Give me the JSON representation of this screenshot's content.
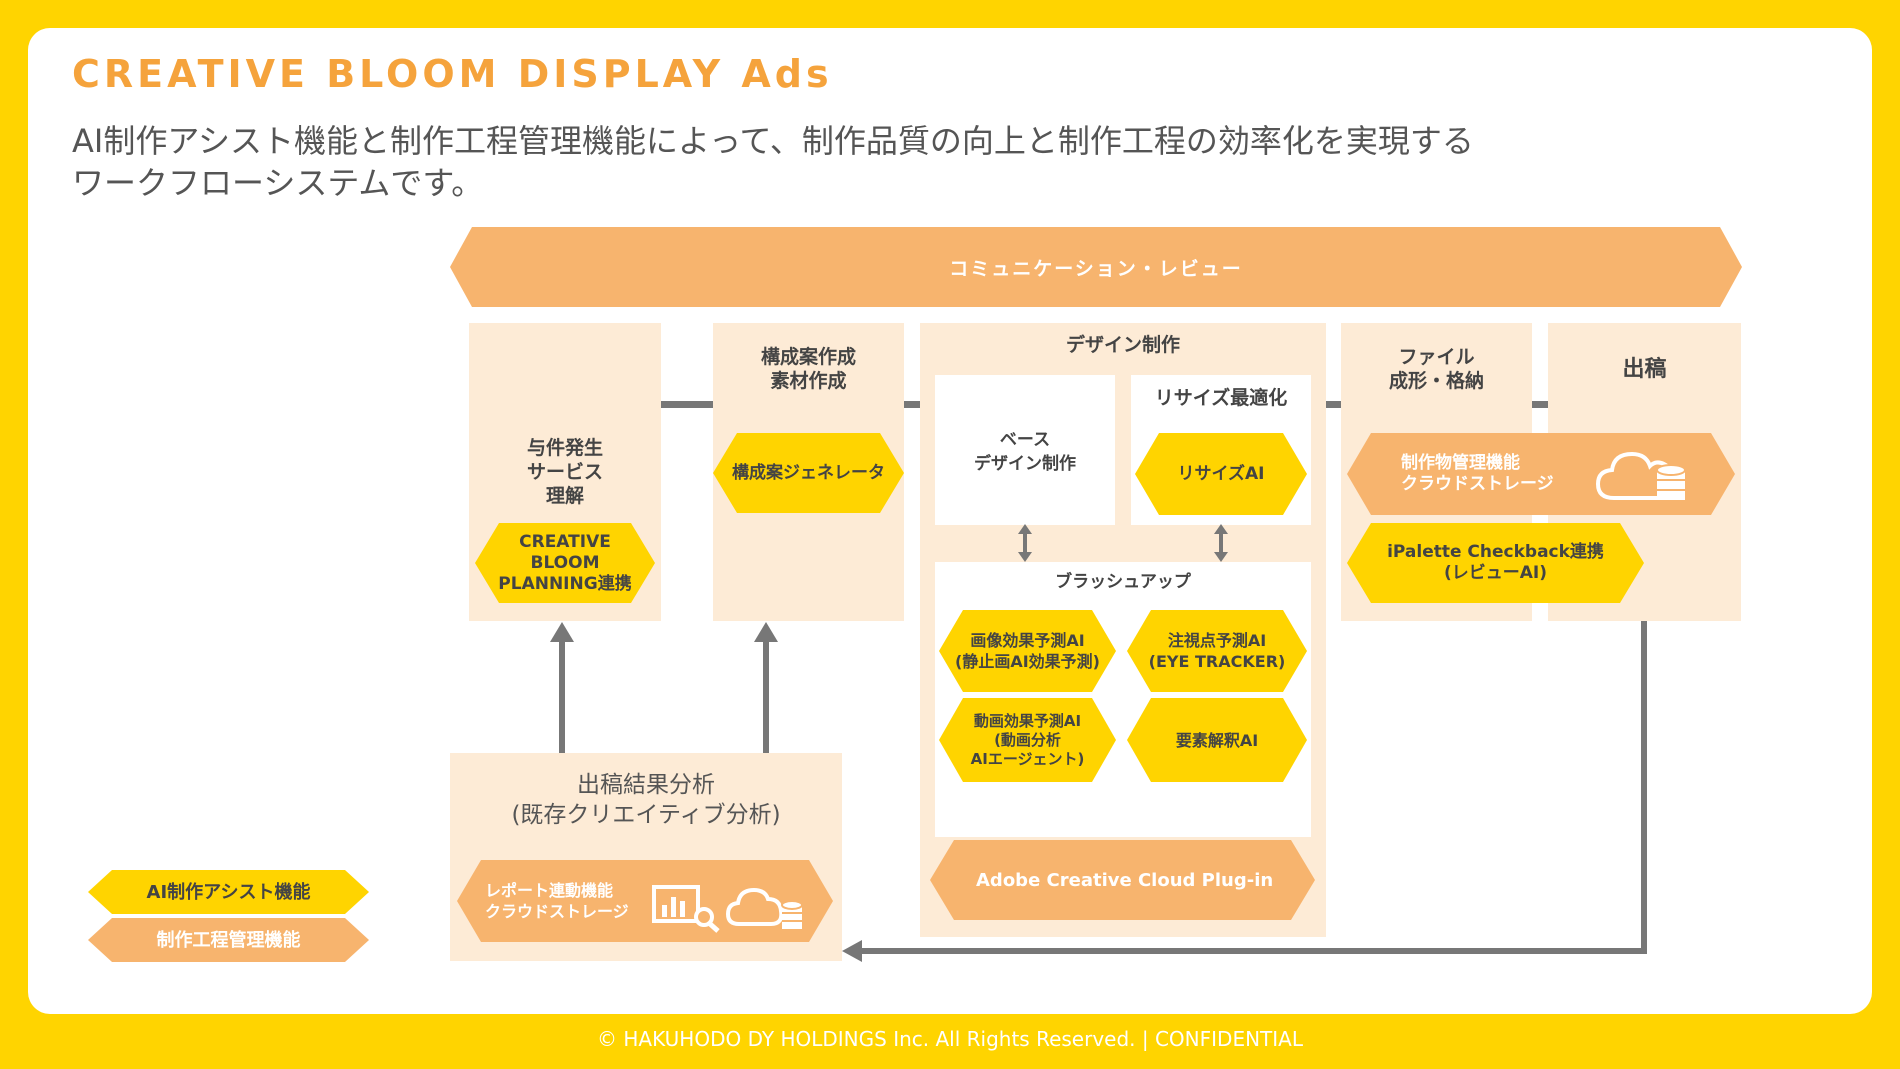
{
  "header": {
    "title": "CREATIVE BLOOM DISPLAY Ads",
    "subtitle_line1": "AI制作アシスト機能と制作工程管理機能によって、制作品質の向上と制作工程の効率化を実現する",
    "subtitle_line2": "ワークフローシステムです。"
  },
  "diagram": {
    "communication_bar": "コミュニケーション・レビュー",
    "stages": {
      "requirements": {
        "title": [
          "与件発生",
          "サービス",
          "理解"
        ],
        "tool": [
          "CREATIVE",
          "BLOOM",
          "PLANNING連携"
        ]
      },
      "composition": {
        "title": [
          "構成案作成",
          "素材作成"
        ],
        "tool": "構成案ジェネレータ"
      },
      "design": {
        "title": "デザイン制作",
        "base": [
          "ベース",
          "デザイン制作"
        ],
        "resize_title": "リサイズ最適化",
        "resize_tool": "リサイズAI",
        "brushup_title": "ブラッシュアップ",
        "tools": {
          "image_effect": [
            "画像効果予測AI",
            "(静止画AI効果予測)"
          ],
          "eye": [
            "注視点予測AI",
            "(EYE TRACKER)"
          ],
          "video": [
            "動画効果予測AI",
            "(動画分析",
            "AIエージェント)"
          ],
          "element": "要素解釈AI"
        },
        "plugin": "Adobe Creative Cloud Plug-in"
      },
      "file": {
        "title": [
          "ファイル",
          "成形・格納"
        ]
      },
      "publish": {
        "title": "出稿"
      },
      "storage": [
        "制作物管理機能",
        "クラウドストレージ"
      ],
      "checkback": [
        "iPalette Checkback連携",
        "(レビューAI)"
      ]
    },
    "analysis": {
      "title": [
        "出稿結果分析",
        "(既存クリエイティブ分析)"
      ],
      "tool": [
        "レポート連動機能",
        "クラウドストレージ"
      ]
    }
  },
  "legend": {
    "ai_assist": "AI制作アシスト機能",
    "process_mgmt": "制作工程管理機能"
  },
  "footer": "© HAKUHODO DY HOLDINGS Inc. All  Rights  Reserved. | CONFIDENTIAL",
  "colors": {
    "background": "#FFD400",
    "title": "#F5A33C",
    "cream": "#FDEBD6",
    "orange": "#F7B46E",
    "yellow": "#FFD400",
    "connector": "#777777"
  },
  "icons": [
    "cloud-icon",
    "database-icon",
    "chart-magnifier-icon"
  ]
}
